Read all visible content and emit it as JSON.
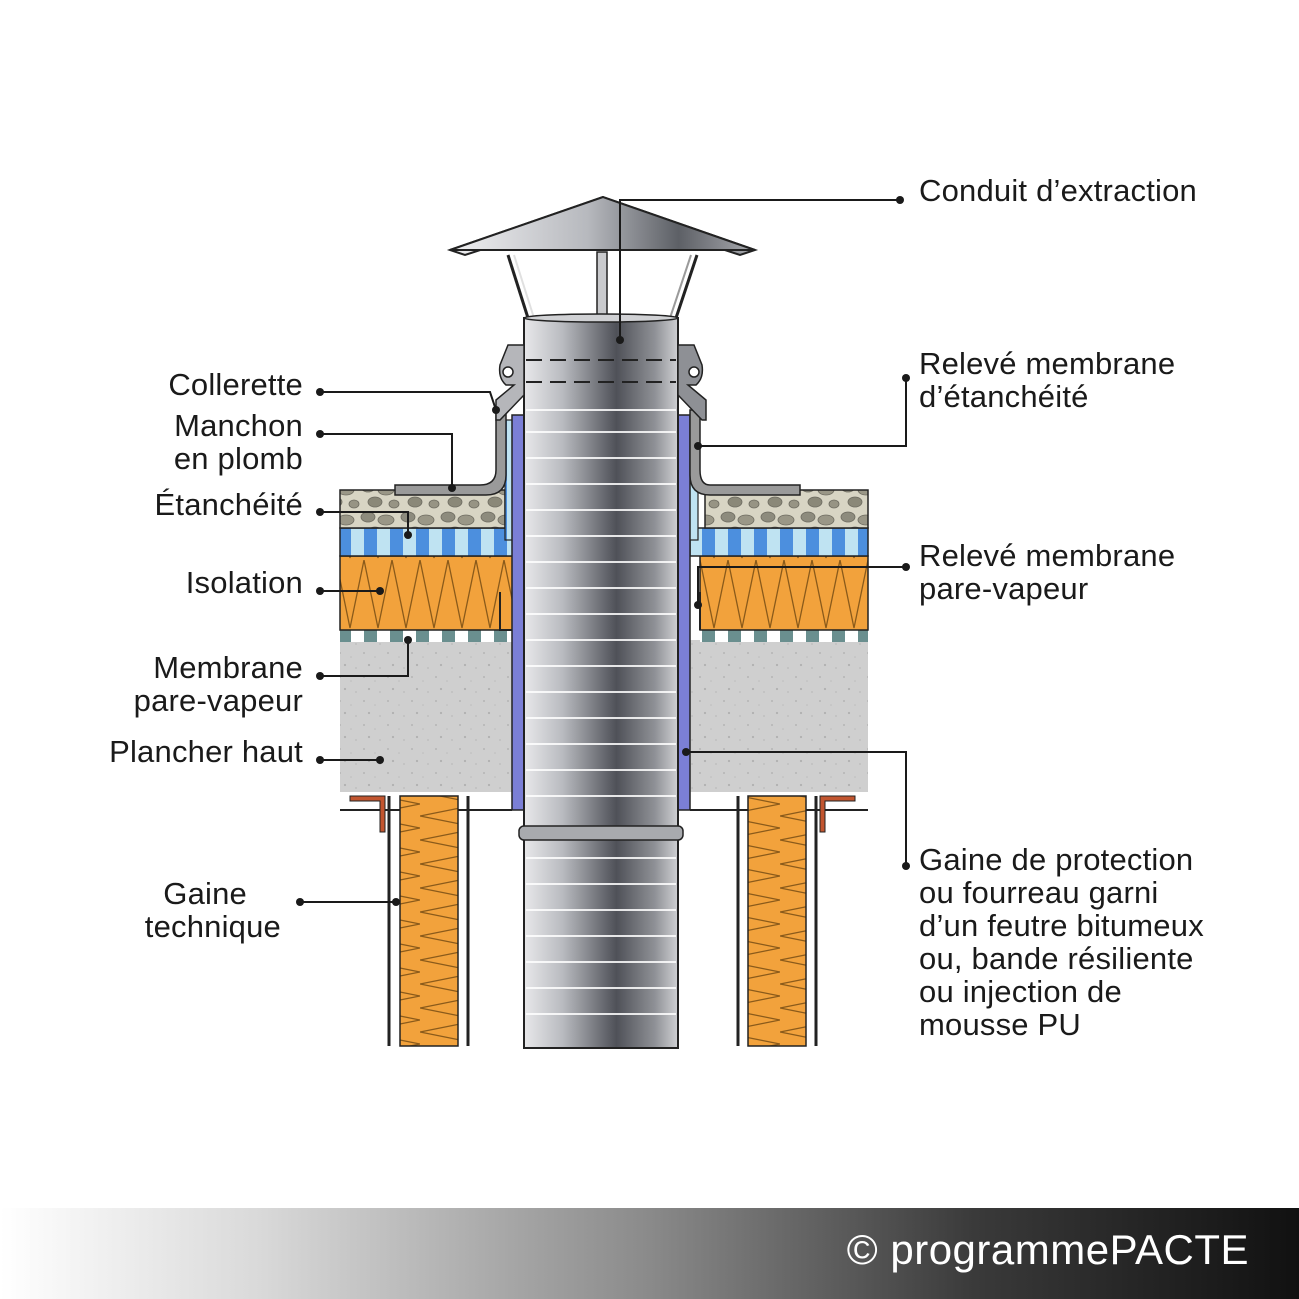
{
  "labels": {
    "conduit": "Conduit d’extraction",
    "collerette": "Collerette",
    "manchon_1": "Manchon",
    "manchon_2": "en plomb",
    "etancheite": "Étanchéité",
    "isolation": "Isolation",
    "membrane_1": "Membrane",
    "membrane_2": "pare-vapeur",
    "plancher": "Plancher haut",
    "gaine_tech_1": "Gaine",
    "gaine_tech_2": "technique",
    "releve_etanch_1": "Relevé membrane",
    "releve_etanch_2": "d’étanchéité",
    "releve_pv_1": "Relevé membrane",
    "releve_pv_2": "pare-vapeur",
    "gaine_prot_1": "Gaine de protection",
    "gaine_prot_2": "ou fourreau garni",
    "gaine_prot_3": "d’un feutre bitumeux",
    "gaine_prot_4": "ou, bande résiliente",
    "gaine_prot_5": "ou injection de",
    "gaine_prot_6": "mousse PU"
  },
  "footer": {
    "copyright": "© programmePACTE"
  },
  "colors": {
    "concrete": "#cfcfcf",
    "gravel": "#c9c6b3",
    "insulation": "#f2a23c",
    "membrane_blue": "#5a9be0",
    "sleeve": "#7b7fd6",
    "pipe_dark": "#4a4c52",
    "leader": "#1a1a1a"
  }
}
